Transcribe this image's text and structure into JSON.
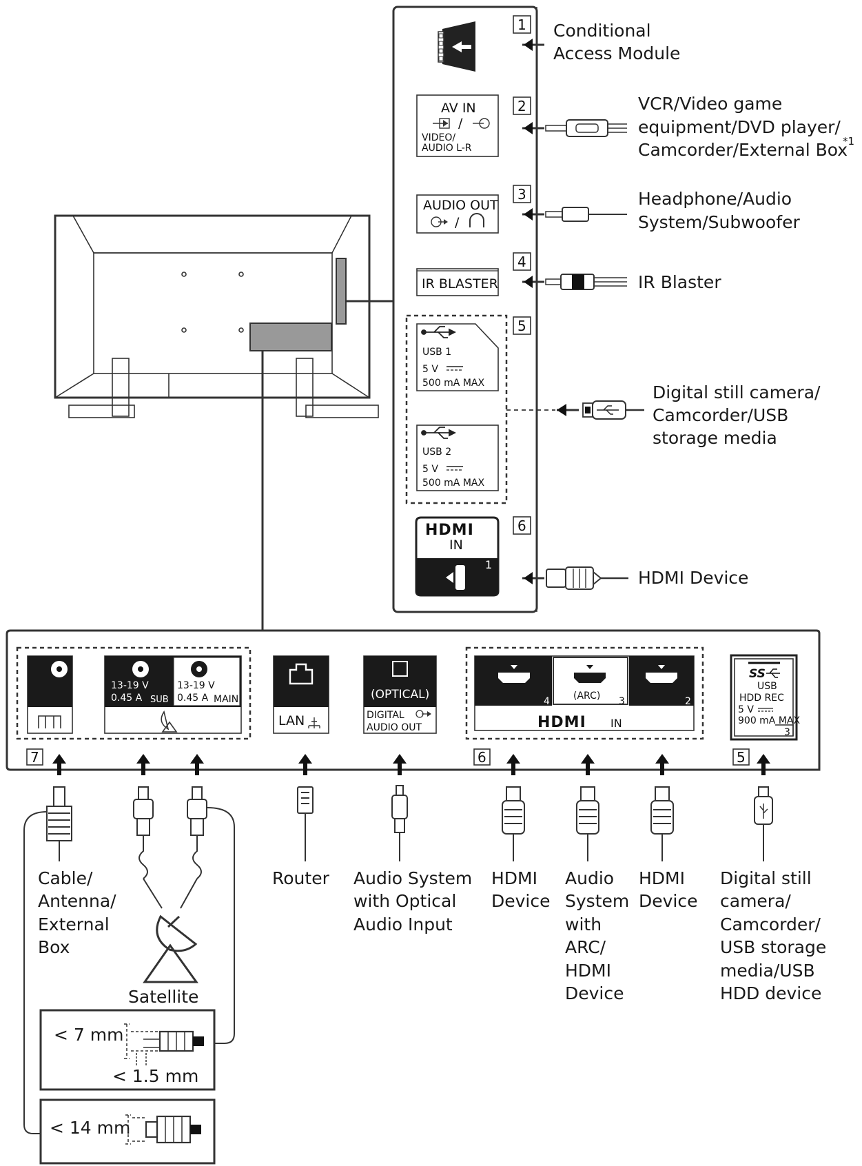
{
  "side_panel": {
    "cam": {
      "number": "1",
      "label_lines": [
        "Conditional",
        "Access Module"
      ]
    },
    "av_in": {
      "number": "2",
      "port_title": "AV IN",
      "port_sub_lines": [
        "VIDEO/",
        "AUDIO L-R"
      ],
      "label_lines": [
        "VCR/Video game",
        "equipment/DVD player/",
        "Camcorder/External Box"
      ],
      "footnote": "*1"
    },
    "audio_out": {
      "number": "3",
      "port_title": "AUDIO OUT",
      "label_lines": [
        "Headphone/Audio",
        "System/Subwoofer"
      ]
    },
    "ir_blaster": {
      "number": "4",
      "port_title": "IR BLASTER",
      "label": "IR Blaster"
    },
    "usb": {
      "number": "5",
      "port1": {
        "name": "USB 1",
        "power": "5 V",
        "current": "500 mA MAX"
      },
      "port2": {
        "name": "USB 2",
        "power": "5 V",
        "current": "500 mA MAX"
      },
      "label_lines": [
        "Digital still camera/",
        "Camcorder/USB",
        "storage media"
      ]
    },
    "hdmi": {
      "number": "6",
      "logo": "HDMI",
      "in_text": "IN",
      "port_number": "1",
      "label": "HDMI Device"
    }
  },
  "bottom_panel": {
    "antenna": {
      "number": "7",
      "sat_sub": {
        "voltage": "13-19 V",
        "current": "0.45 A",
        "tag": "SUB"
      },
      "sat_main": {
        "voltage": "13-19 V",
        "current": "0.45 A",
        "tag": "MAIN"
      }
    },
    "lan": {
      "port_title": "LAN"
    },
    "optical": {
      "port_title": "(OPTICAL)",
      "port_sub_lines": [
        "DIGITAL",
        "AUDIO OUT"
      ]
    },
    "hdmi_group": {
      "number": "6",
      "port4": "4",
      "port3": "3",
      "port3_tag": "(ARC)",
      "port2": "2",
      "logo": "HDMI",
      "in_text": "IN"
    },
    "usb3": {
      "number": "5",
      "logo": "SS",
      "title_lines": [
        "USB",
        "HDD REC"
      ],
      "power": "5 V",
      "current": "900 mA MAX",
      "port_number": "3"
    }
  },
  "bottom_labels": {
    "cable": [
      "Cable/",
      "Antenna/",
      "External",
      "Box"
    ],
    "satellite": "Satellite",
    "router": "Router",
    "optical_device": [
      "Audio System",
      "with Optical",
      "Audio Input"
    ],
    "hdmi_device_4": [
      "HDMI",
      "Device"
    ],
    "arc_device": [
      "Audio",
      "System",
      "with",
      "ARC/",
      "HDMI",
      "Device"
    ],
    "hdmi_device_2": [
      "HDMI",
      "Device"
    ],
    "usb_device": [
      "Digital still",
      "camera/",
      "Camcorder/",
      "USB storage",
      "media/USB",
      "HDD device"
    ]
  },
  "dimensions": {
    "sat_width": "< 7 mm",
    "sat_pin": "< 1.5 mm",
    "cable_width": "< 14 mm"
  }
}
